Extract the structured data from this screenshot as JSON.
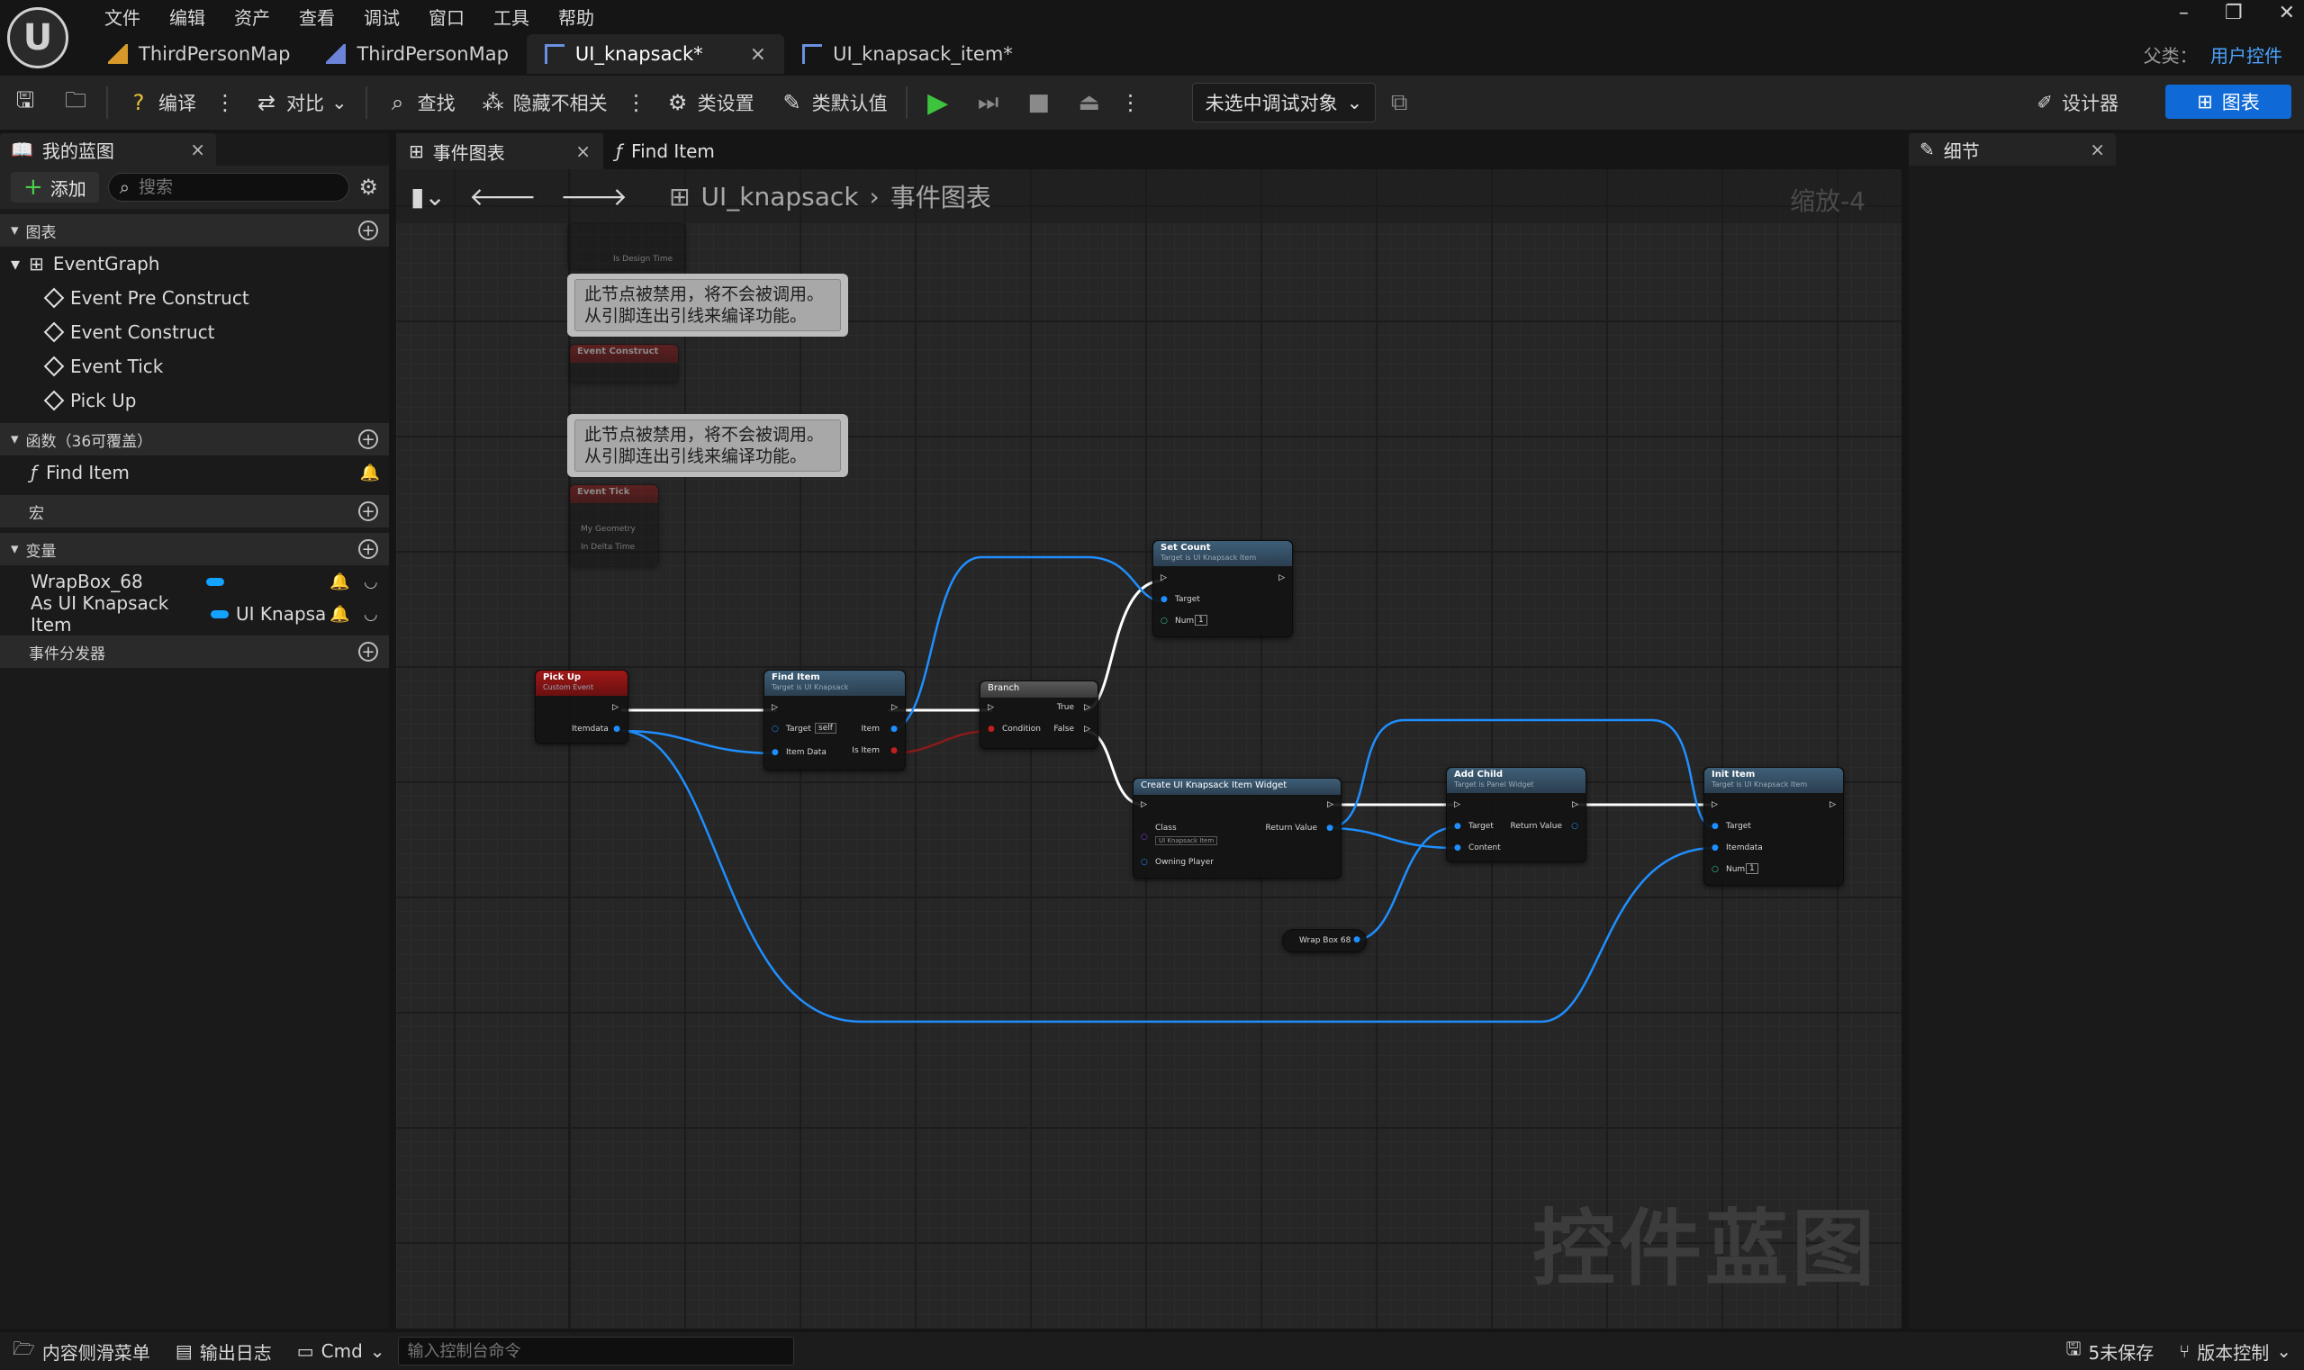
{
  "menu": [
    "文件",
    "编辑",
    "资产",
    "查看",
    "调试",
    "窗口",
    "工具",
    "帮助"
  ],
  "tabs": [
    {
      "label": "ThirdPersonMap",
      "icon": "level-icon"
    },
    {
      "label": "ThirdPersonMap",
      "icon": "level-icon"
    },
    {
      "label": "UI_knapsack*",
      "icon": "widget-blueprint-icon",
      "active": true
    },
    {
      "label": "UI_knapsack_item*",
      "icon": "widget-blueprint-icon"
    }
  ],
  "parent_class": {
    "label": "父类：",
    "value": "用户控件"
  },
  "toolbar": {
    "compile": "编译",
    "diff": "对比",
    "find": "查找",
    "hide_unrelated": "隐藏不相关",
    "class_settings": "类设置",
    "class_defaults": "类默认值",
    "debug_target": "未选中调试对象",
    "designer": "设计器",
    "graph": "图表"
  },
  "left_panel": {
    "tab": "我的蓝图",
    "add": "添加",
    "search_placeholder": "搜索",
    "graphs_header": "图表",
    "event_graph": "EventGraph",
    "events": [
      "Event Pre Construct",
      "Event Construct",
      "Event Tick",
      "Pick Up"
    ],
    "functions_header": "函数（36可覆盖）",
    "functions": [
      "Find Item"
    ],
    "macros_header": "宏",
    "variables_header": "变量",
    "variables": [
      {
        "name": "WrapBox_68",
        "type": ""
      },
      {
        "name": "As UI Knapsack Item",
        "type": "UI Knapsa"
      }
    ],
    "dispatchers_header": "事件分发器"
  },
  "graph": {
    "tabs": [
      "事件图表",
      "Find Item"
    ],
    "breadcrumb": [
      "UI_knapsack",
      "事件图表"
    ],
    "zoom": "缩放-4",
    "watermark": "控件蓝图",
    "comment_text_1": "此节点被禁用，将不会被调用。",
    "comment_text_2": "从引脚连出引线来编译功能。",
    "nodes": {
      "top_partial": {
        "pin": "Is Design Time"
      },
      "event_construct": {
        "title": "Event Construct"
      },
      "event_tick": {
        "title": "Event Tick",
        "pins": [
          "My Geometry",
          "In Delta Time"
        ]
      },
      "pick_up": {
        "title": "Pick Up",
        "subtitle": "Custom Event",
        "pins": [
          "Itemdata"
        ]
      },
      "find_item": {
        "title": "Find Item",
        "subtitle": "Target is UI Knapsack",
        "pins": [
          "Target",
          "self",
          "Item Data",
          "Item",
          "Is Item"
        ]
      },
      "branch": {
        "title": "Branch",
        "pins": [
          "Condition",
          "True",
          "False"
        ]
      },
      "set_count": {
        "title": "Set Count",
        "subtitle": "Target is UI Knapsack Item",
        "pins": [
          "Target",
          "Num",
          "1"
        ]
      },
      "create_widget": {
        "title": "Create UI Knapsack Item Widget",
        "pins": [
          "Class",
          "UI Knapsack Item",
          "Return Value",
          "Owning Player"
        ]
      },
      "add_child": {
        "title": "Add Child",
        "subtitle": "Target is Panel Widget",
        "pins": [
          "Target",
          "Content",
          "Return Value"
        ]
      },
      "init_item": {
        "title": "Init Item",
        "subtitle": "Target is UI Knapsack Item",
        "pins": [
          "Target",
          "Itemdata",
          "Num",
          "1"
        ]
      },
      "wrap_box": {
        "title": "Wrap Box 68"
      }
    }
  },
  "details_panel": {
    "tab": "细节"
  },
  "statusbar": {
    "content_drawer": "内容侧滑菜单",
    "output_log": "输出日志",
    "cmd": "Cmd",
    "console_placeholder": "输入控制台命令",
    "unsaved": "5未保存",
    "source_control": "版本控制"
  },
  "colors": {
    "accent": "#0f6ad8",
    "exec_wire": "#ffffff",
    "object_wire": "#1f8fff",
    "bool_wire": "#8a1a1a",
    "parent_class": "#4aa3ff"
  }
}
